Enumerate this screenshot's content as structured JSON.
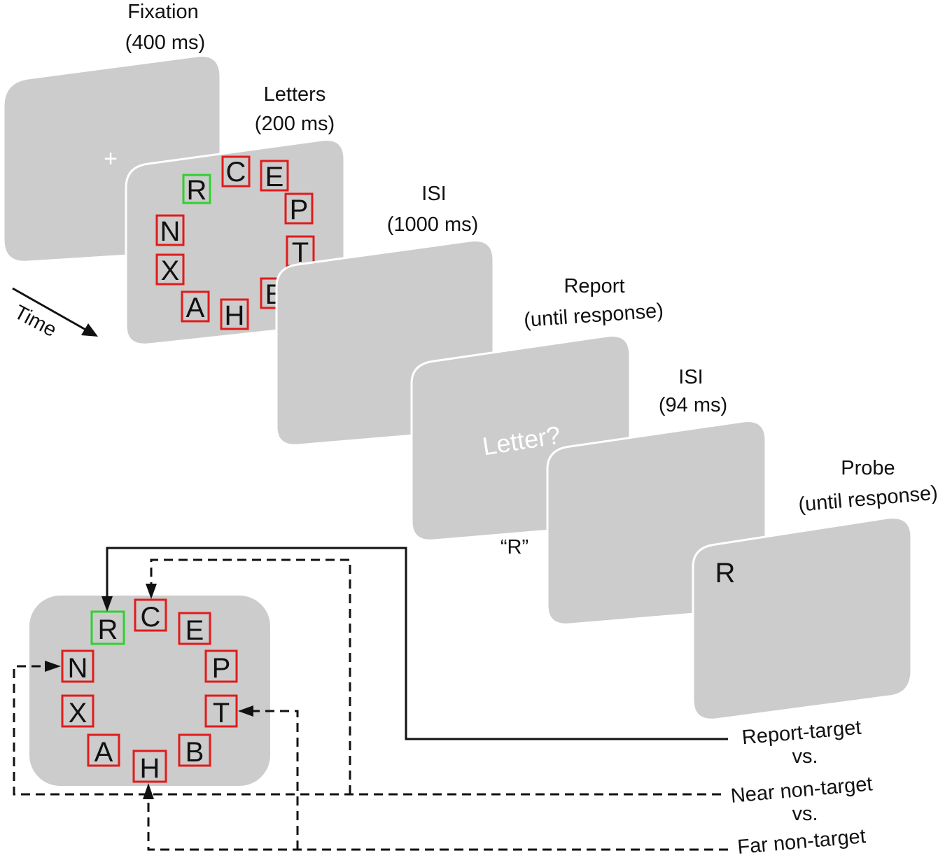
{
  "stages": {
    "fixation": {
      "title": "Fixation",
      "duration": "(400 ms)",
      "symbol": "+"
    },
    "letters": {
      "title": "Letters",
      "duration": "(200 ms)"
    },
    "isi1": {
      "title": "ISI",
      "duration": "(1000 ms)"
    },
    "report": {
      "title": "Report",
      "duration": "(until response)",
      "prompt": "Letter?",
      "response": "“R”"
    },
    "isi2": {
      "title": "ISI",
      "duration": "(94 ms)"
    },
    "probe": {
      "title": "Probe",
      "duration": "(until response)",
      "letter": "R"
    }
  },
  "time_label": "Time",
  "ring_letters": [
    "R",
    "C",
    "E",
    "P",
    "T",
    "B",
    "H",
    "A",
    "X",
    "N"
  ],
  "legend": {
    "report_target": "Report-target",
    "vs1": "vs.",
    "near": "Near non-target",
    "vs2": "vs.",
    "far": "Far non-target"
  },
  "colors": {
    "screen": "#cccccc",
    "target_box": "#2fd12f",
    "nontarget_box": "#e11b1b",
    "text": "#111111"
  }
}
